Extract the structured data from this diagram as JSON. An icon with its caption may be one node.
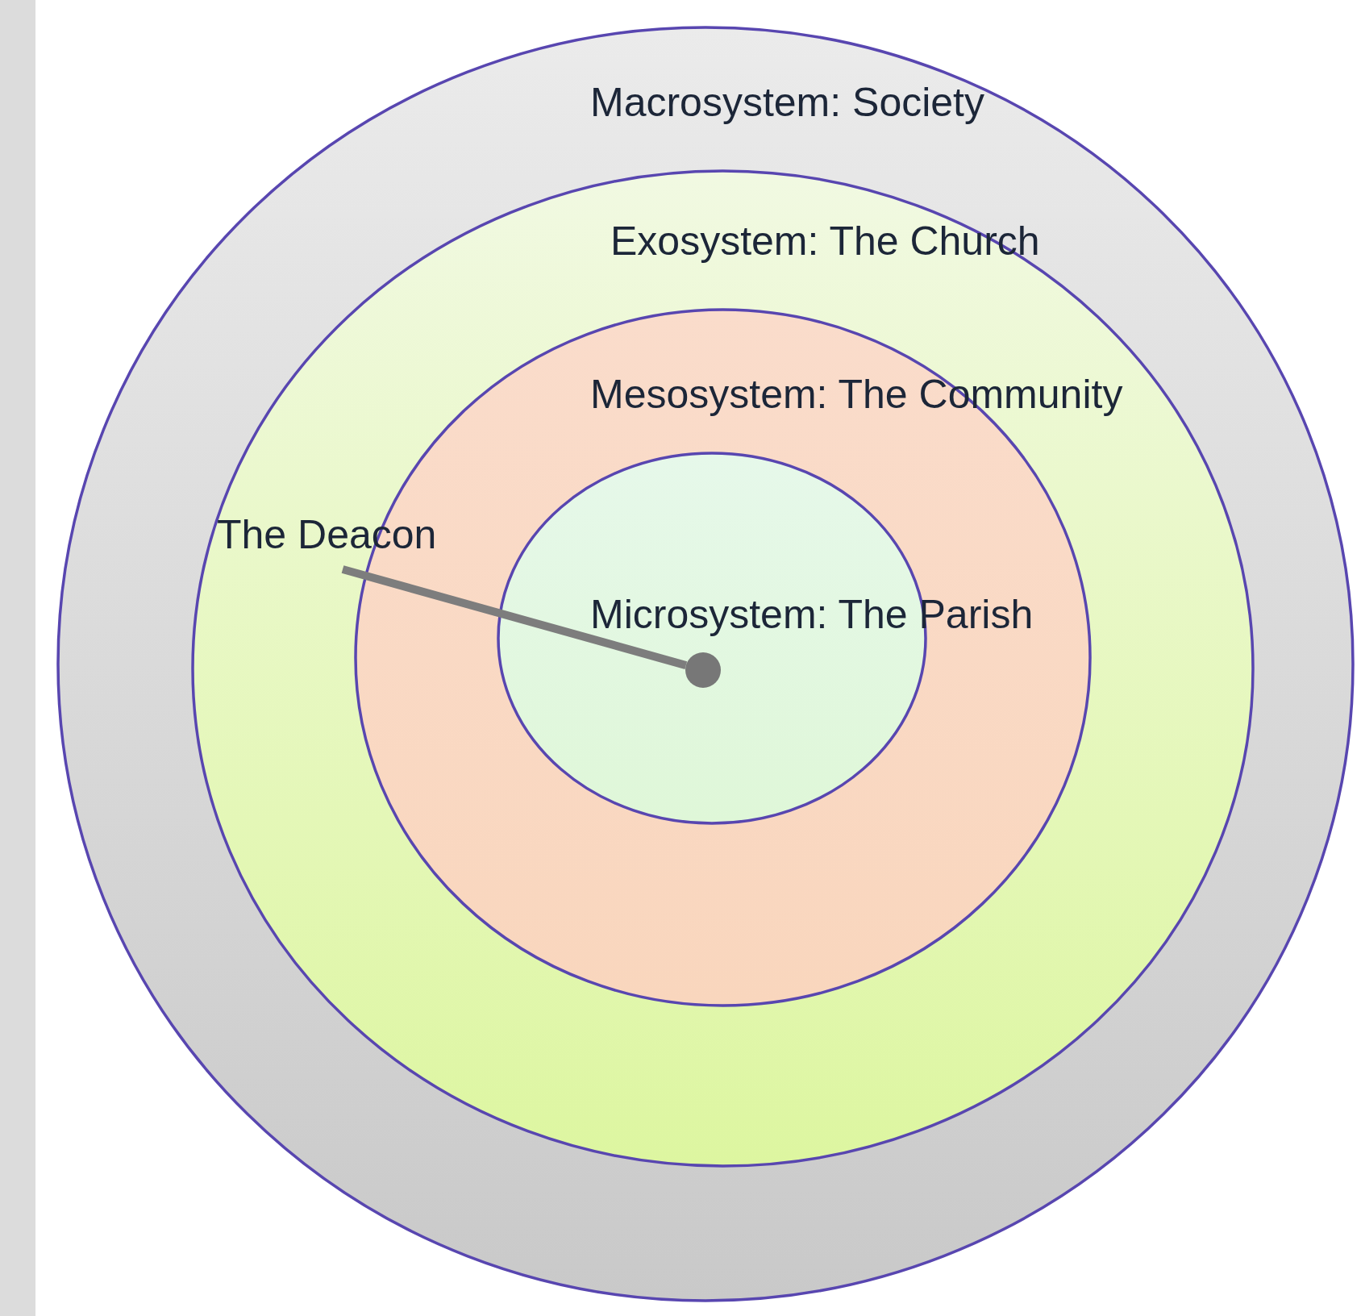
{
  "diagram": {
    "nodes": [
      {
        "text": [
          "Macrosystem: Society"
        ]
      },
      {
        "text": [
          "Exosystem: The Church"
        ],
        "in": 0
      },
      {
        "text": [
          "Mesosystem: The Community"
        ],
        "in": 1
      },
      {
        "text": [
          "Microsystem: The Parish"
        ],
        "in": 2
      },
      {
        "text": [
          "The Deacon"
        ],
        "in": 1
      },
      {
        "text": [],
        "shape": "circle",
        "in": 3
      }
    ],
    "edges": [
      {
        "from": 4,
        "to": 5,
        "arrow": "none"
      }
    ]
  }
}
